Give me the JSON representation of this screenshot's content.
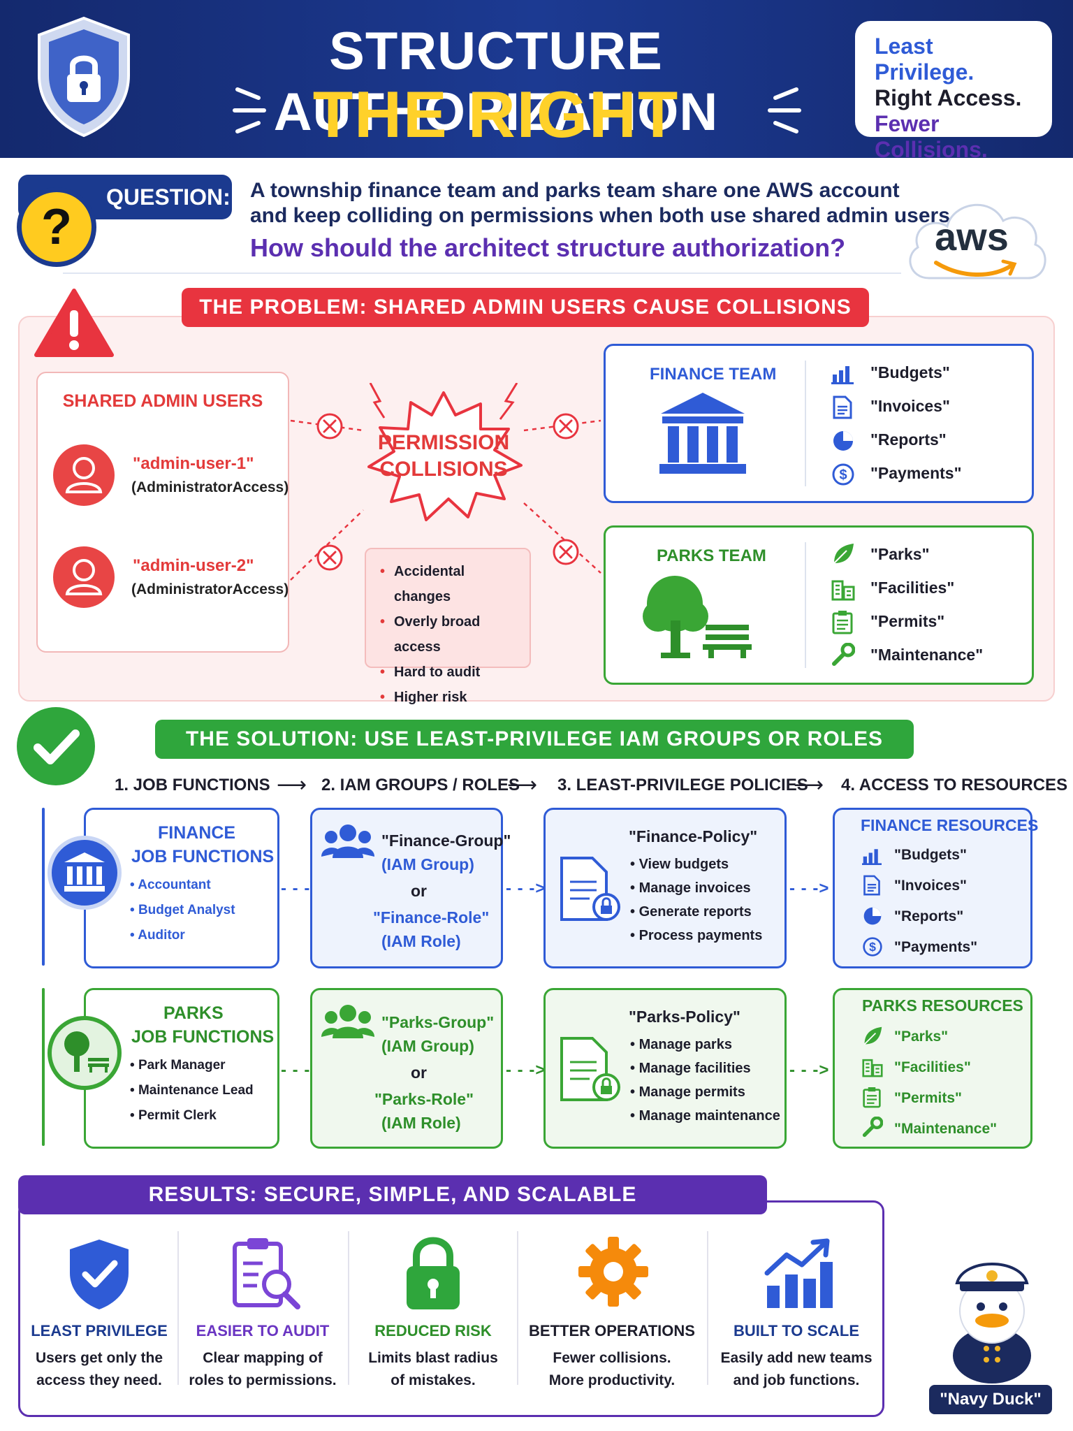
{
  "header": {
    "title_line1": "STRUCTURE AUTHORIZATION",
    "title_line2": "THE RIGHT WAY",
    "bubble": [
      "Least Privilege.",
      "Right Access.",
      "Fewer Collisions."
    ]
  },
  "question": {
    "label": "QUESTION:",
    "line1": "A township finance team and parks team share one AWS account",
    "line2": "and keep colliding on permissions when both use shared admin users.",
    "ask": "How should the architect structure authorization?",
    "aws_logo": "aws"
  },
  "problem": {
    "banner": "THE PROBLEM: SHARED ADMIN USERS CAUSE COLLISIONS",
    "shared_title": "SHARED ADMIN USERS",
    "admins": [
      {
        "name": "\"admin-user-1\"",
        "role": "(AdministratorAccess)"
      },
      {
        "name": "\"admin-user-2\"",
        "role": "(AdministratorAccess)"
      }
    ],
    "collision_line1": "PERMISSION",
    "collision_line2": "COLLISIONS",
    "risks": [
      "Accidental changes",
      "Overly broad access",
      "Hard to audit",
      "Higher risk"
    ],
    "finance_team": {
      "title": "FINANCE TEAM",
      "items": [
        "\"Budgets\"",
        "\"Invoices\"",
        "\"Reports\"",
        "\"Payments\""
      ]
    },
    "parks_team": {
      "title": "PARKS TEAM",
      "items": [
        "\"Parks\"",
        "\"Facilities\"",
        "\"Permits\"",
        "\"Maintenance\""
      ]
    }
  },
  "solution": {
    "banner": "THE SOLUTION: USE LEAST-PRIVILEGE IAM GROUPS OR ROLES",
    "steps": [
      "1. JOB FUNCTIONS",
      "2. IAM GROUPS / ROLES",
      "3. LEAST-PRIVILEGE POLICIES",
      "4. ACCESS TO RESOURCES"
    ],
    "arrow": "⟶",
    "dash_arrow": "- - ->",
    "finance": {
      "title1": "FINANCE",
      "title2": "JOB FUNCTIONS",
      "functions": [
        "Accountant",
        "Budget Analyst",
        "Auditor"
      ],
      "group": "\"Finance-Group\"",
      "group_type": "(IAM Group)",
      "or": "or",
      "role": "\"Finance-Role\"",
      "role_type": "(IAM Role)",
      "policy_title": "\"Finance-Policy\"",
      "policy_items": [
        "View budgets",
        "Manage invoices",
        "Generate reports",
        "Process payments"
      ],
      "resources_title": "FINANCE RESOURCES",
      "resources": [
        "\"Budgets\"",
        "\"Invoices\"",
        "\"Reports\"",
        "\"Payments\""
      ]
    },
    "parks": {
      "title1": "PARKS",
      "title2": "JOB FUNCTIONS",
      "functions": [
        "Park Manager",
        "Maintenance Lead",
        "Permit Clerk"
      ],
      "group": "\"Parks-Group\"",
      "group_type": "(IAM Group)",
      "or": "or",
      "role": "\"Parks-Role\"",
      "role_type": "(IAM Role)",
      "policy_title": "\"Parks-Policy\"",
      "policy_items": [
        "Manage parks",
        "Manage facilities",
        "Manage permits",
        "Manage maintenance"
      ],
      "resources_title": "PARKS RESOURCES",
      "resources": [
        "\"Parks\"",
        "\"Facilities\"",
        "\"Permits\"",
        "\"Maintenance\""
      ]
    }
  },
  "results": {
    "banner": "RESULTS: SECURE, SIMPLE, AND SCALABLE",
    "items": [
      {
        "title": "LEAST PRIVILEGE",
        "line1": "Users get only the",
        "line2": "access they need.",
        "color": "#1b3a8f"
      },
      {
        "title": "EASIER TO AUDIT",
        "line1": "Clear mapping of",
        "line2": "roles to permissions.",
        "color": "#6a35c2"
      },
      {
        "title": "REDUCED RISK",
        "line1": "Limits blast radius",
        "line2": "of mistakes.",
        "color": "#2e8f2a"
      },
      {
        "title": "BETTER OPERATIONS",
        "line1": "Fewer collisions.",
        "line2": "More productivity.",
        "color": "#1d1d2b"
      },
      {
        "title": "BUILT TO SCALE",
        "line1": "Easily add new teams",
        "line2": "and job functions.",
        "color": "#1b3a8f"
      }
    ],
    "mascot": "\"Navy Duck\""
  },
  "colors": {
    "navy": "#14296e",
    "yellow": "#ffd12a",
    "red": "#e8343f",
    "blue": "#2f5bd6",
    "green": "#2fa63c",
    "purple": "#5b2fb0",
    "orange": "#f58a0b"
  }
}
